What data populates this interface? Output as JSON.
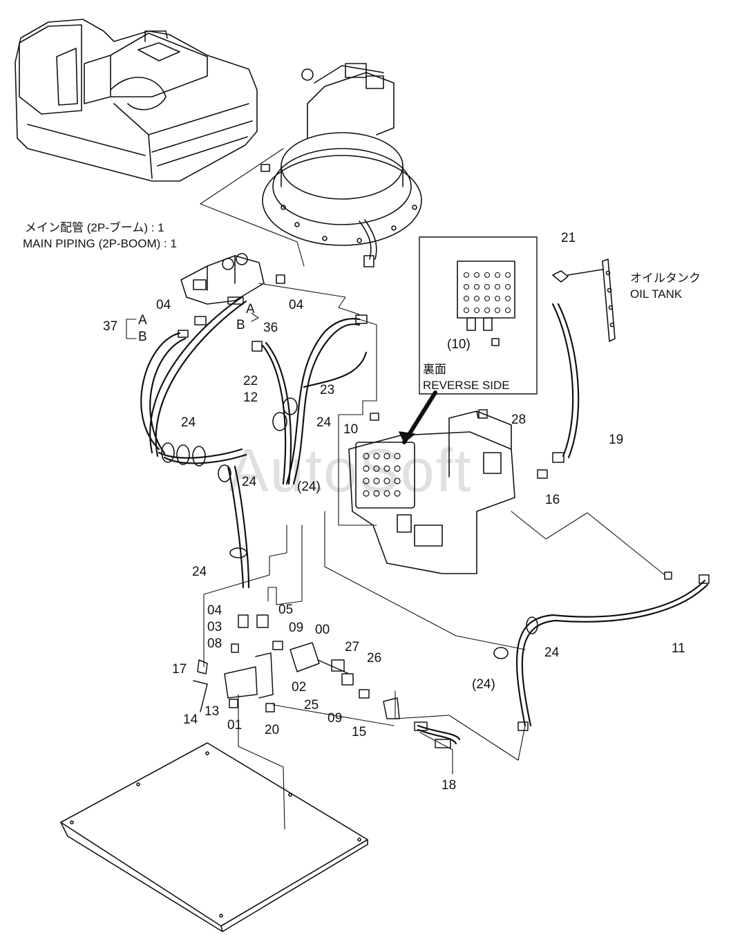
{
  "main_title": {
    "jp": "メイン配管 (2P-ブーム) : 1",
    "en": "MAIN PIPING (2P-BOOM) : 1"
  },
  "oil_tank": {
    "jp": "オイルタンク",
    "en": "OIL TANK"
  },
  "reverse_side": {
    "jp": "裏面",
    "en": "REVERSE SIDE",
    "part": "(10)"
  },
  "watermark": "AutoSoft",
  "callouts": {
    "c04a": "04",
    "c04b": "04",
    "c37": "37",
    "cA1": "A",
    "cB1": "B",
    "cA2": "A",
    "cB2": "B",
    "c36": "36",
    "c22": "22",
    "c12": "12",
    "c23": "23",
    "c10": "10",
    "c24a": "24",
    "c24b": "24",
    "c24c": "24",
    "c24d": "24",
    "c24p": "(24)",
    "c28": "28",
    "c19": "19",
    "c16": "16",
    "c21": "21",
    "c04c": "04",
    "c05": "05",
    "c03": "03",
    "c09a": "09",
    "c00": "00",
    "c08": "08",
    "c27": "27",
    "c17": "17",
    "c26": "26",
    "c02": "02",
    "c14": "14",
    "c13": "13",
    "c25": "25",
    "c09b": "09",
    "c01": "01",
    "c20": "20",
    "c15": "15",
    "c18": "18",
    "c24e": "24",
    "c24q": "(24)",
    "c11": "11"
  }
}
